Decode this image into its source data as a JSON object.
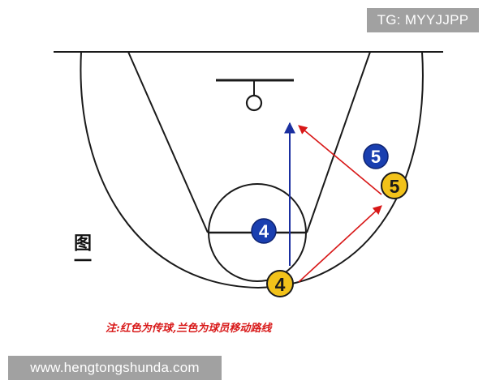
{
  "watermark_top": "TG: MYYJJPP",
  "watermark_bottom": "www.hengtongshunda.com",
  "figure_label": "图一",
  "note": "注:红色为传球,兰色为球员移动路线",
  "players": [
    {
      "number": "4",
      "team_color": "#1a3fb0",
      "text_color": "#ffffff",
      "role": "defender"
    },
    {
      "number": "5",
      "team_color": "#1a3fb0",
      "text_color": "#ffffff",
      "role": "defender"
    },
    {
      "number": "4",
      "team_color": "#f2c21a",
      "text_color": "#1a1a1a",
      "role": "attacker"
    },
    {
      "number": "5",
      "team_color": "#f2c21a",
      "text_color": "#1a1a1a",
      "role": "attacker"
    }
  ],
  "colors": {
    "pass": "#d81818",
    "movement": "#1a2fa0",
    "court_line": "#1a1a1a",
    "note": "#d81818"
  }
}
